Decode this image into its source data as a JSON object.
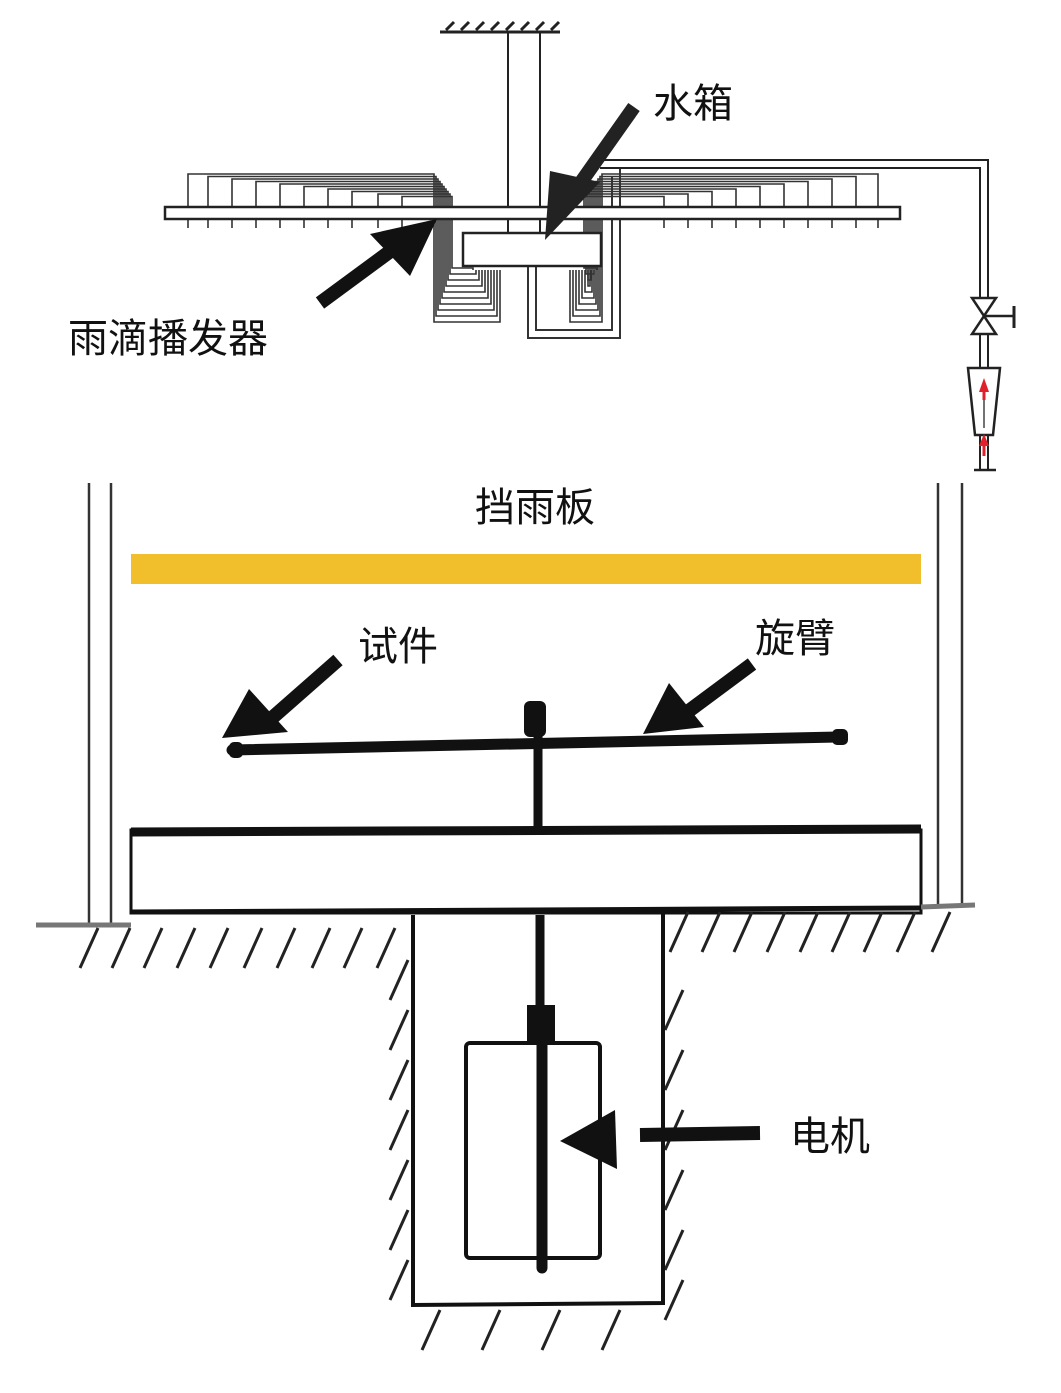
{
  "title": "Rotating-arm rain erosion test apparatus schematic",
  "labels": {
    "water_tank": "水箱",
    "drop_generator": "雨滴播发器",
    "rain_shield": "挡雨板",
    "specimen": "试件",
    "rotating_arm": "旋臂",
    "motor": "电机"
  },
  "colors": {
    "rain_shield": "#f2bf2c",
    "line": "#111111",
    "flow_arrow": "#e0202a",
    "background": "#ffffff"
  }
}
